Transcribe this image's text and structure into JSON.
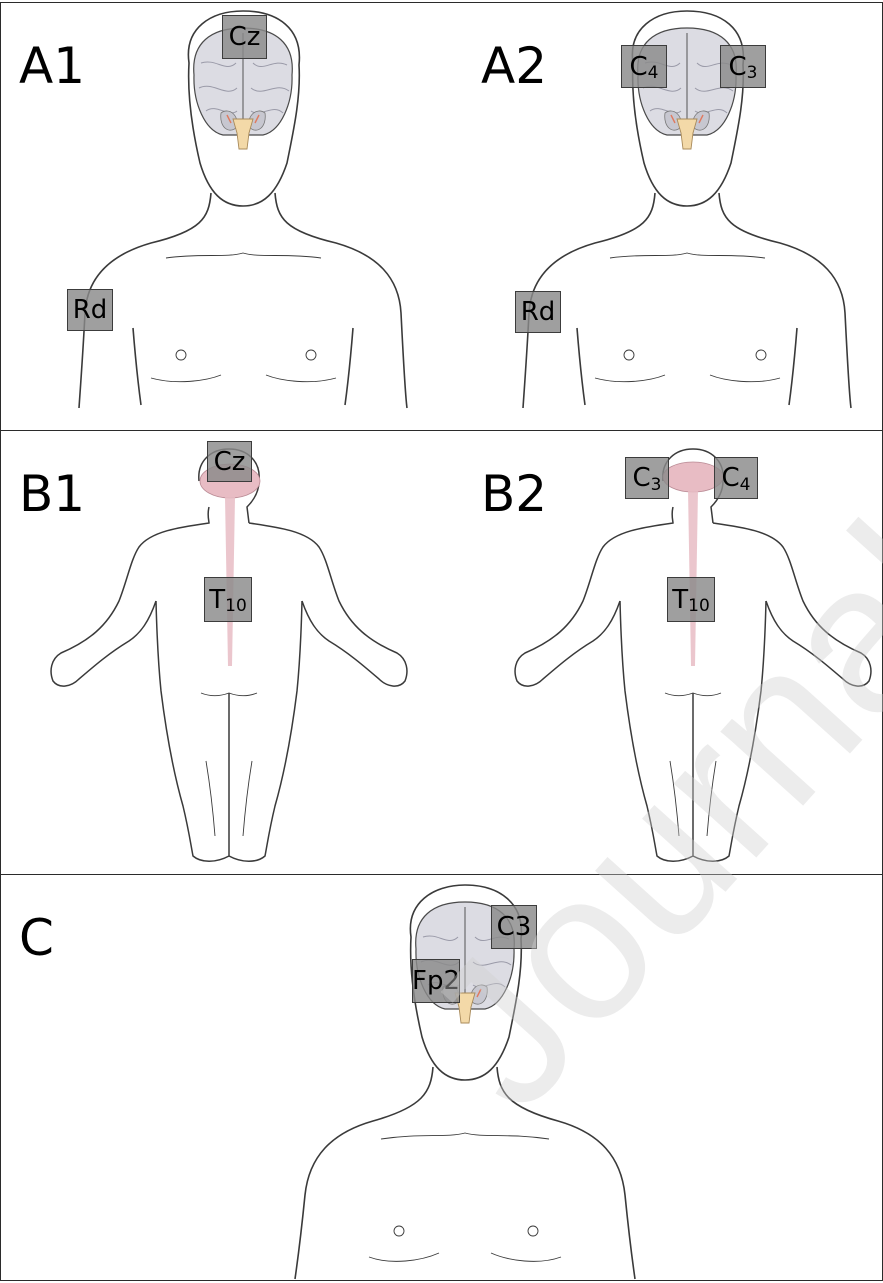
{
  "panels": {
    "A1": {
      "label": "A1",
      "electrodes": [
        {
          "main": "Cz",
          "sub": ""
        },
        {
          "main": "Rd",
          "sub": ""
        }
      ]
    },
    "A2": {
      "label": "A2",
      "electrodes": [
        {
          "main": "C",
          "sub": "4"
        },
        {
          "main": "C",
          "sub": "3"
        },
        {
          "main": "Rd",
          "sub": ""
        }
      ]
    },
    "B1": {
      "label": "B1",
      "electrodes": [
        {
          "main": "Cz",
          "sub": ""
        },
        {
          "main": "T",
          "sub": "10"
        }
      ]
    },
    "B2": {
      "label": "B2",
      "electrodes": [
        {
          "main": "C",
          "sub": "3"
        },
        {
          "main": "C",
          "sub": "4"
        },
        {
          "main": "T",
          "sub": "10"
        }
      ]
    },
    "C": {
      "label": "C",
      "electrodes": [
        {
          "main": "C3",
          "sub": ""
        },
        {
          "main": "Fp2",
          "sub": ""
        }
      ]
    }
  },
  "watermark": "Journal Pre-proof",
  "colors": {
    "electrode_fill": "#8a8a8a",
    "outline": "#3a3a3a",
    "brain": "#dcdce3",
    "spinal_cord": "#e8bcc4",
    "brainstem": "#f3d9a8"
  }
}
